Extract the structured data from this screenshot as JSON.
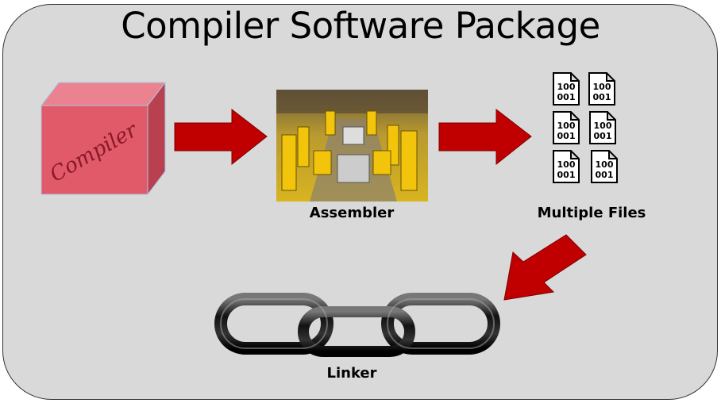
{
  "title": "Compiler Software Package",
  "compiler": {
    "label": "Compiler"
  },
  "assembler": {
    "label": "Assembler"
  },
  "files": {
    "label": "Multiple Files",
    "line1": "100",
    "line2": "001",
    "count": 6
  },
  "linker": {
    "label": "Linker"
  },
  "colors": {
    "arrow": "#c00000",
    "box": "#e05a6a",
    "panel": "#d9d9d9"
  }
}
